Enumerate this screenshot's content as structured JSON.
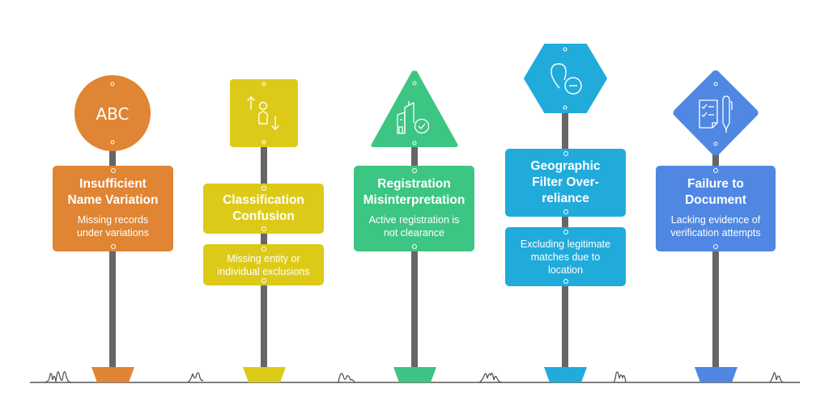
{
  "signs": [
    {
      "id": "name-variation",
      "color": "#DF8533",
      "shape": "circle",
      "icon": "abc-text-icon",
      "icon_text": "ABC",
      "title": "Insufficient Name Variation",
      "title_lines": [
        "Insufficient",
        "Name Variation"
      ],
      "description_lines": [
        "Missing records",
        "under variations"
      ]
    },
    {
      "id": "classification-confusion",
      "color": "#DDCA18",
      "shape": "square",
      "icon": "person-up-down-arrows-icon",
      "title_lines": [
        "Classification",
        "Confusion"
      ],
      "description_lines": [
        "Missing entity or",
        "individual exclusions"
      ]
    },
    {
      "id": "registration-misinterpretation",
      "color": "#3DC583",
      "shape": "triangle",
      "icon": "building-check-icon",
      "title_lines": [
        "Registration",
        "Misinterpretation"
      ],
      "description_lines": [
        "Active registration is",
        "not clearance"
      ]
    },
    {
      "id": "geographic-filter",
      "color": "#21ABDB",
      "shape": "hexagon",
      "icon": "location-pin-minus-icon",
      "title_lines": [
        "Geographic",
        "Filter Over-",
        "reliance"
      ],
      "description_lines": [
        "Excluding legitimate",
        "matches due to",
        "location"
      ]
    },
    {
      "id": "failure-to-document",
      "color": "#4F87E3",
      "shape": "diamond",
      "icon": "checklist-pen-icon",
      "title_lines": [
        "Failure to",
        "Document"
      ],
      "description_lines": [
        "Lacking evidence of",
        "verification attempts"
      ]
    }
  ],
  "colors": {
    "pole": "#666666",
    "ground": "#444444",
    "background": "#FFFFFF"
  }
}
